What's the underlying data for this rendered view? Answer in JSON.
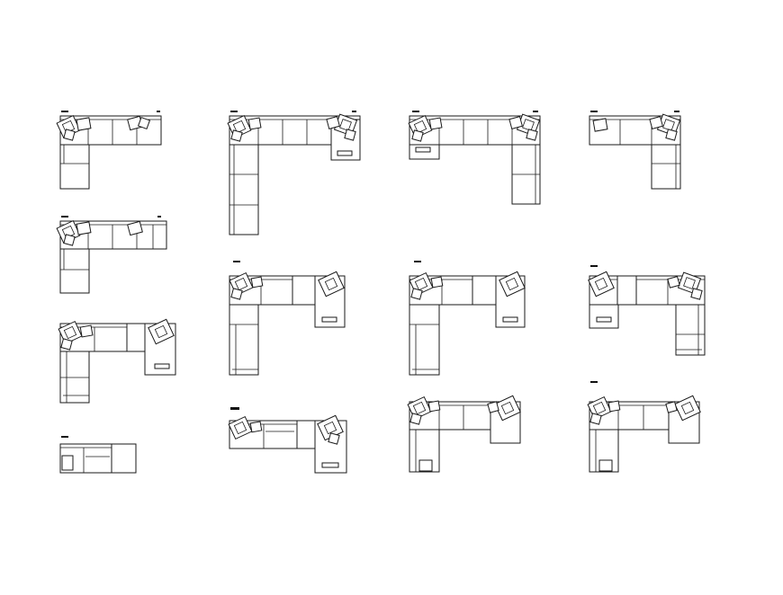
{
  "drawing": {
    "background_color": "#ffffff",
    "line_color": "#1a1a1a",
    "layouts": [
      {
        "id": "layout-1"
      },
      {
        "id": "layout-2"
      },
      {
        "id": "layout-3"
      },
      {
        "id": "layout-4"
      },
      {
        "id": "layout-5"
      },
      {
        "id": "layout-6"
      },
      {
        "id": "layout-7"
      },
      {
        "id": "layout-8"
      },
      {
        "id": "layout-9"
      },
      {
        "id": "layout-10"
      },
      {
        "id": "layout-11"
      },
      {
        "id": "layout-12"
      },
      {
        "id": "layout-13"
      },
      {
        "id": "layout-14"
      },
      {
        "id": "layout-15"
      },
      {
        "id": "layout-16"
      }
    ]
  }
}
